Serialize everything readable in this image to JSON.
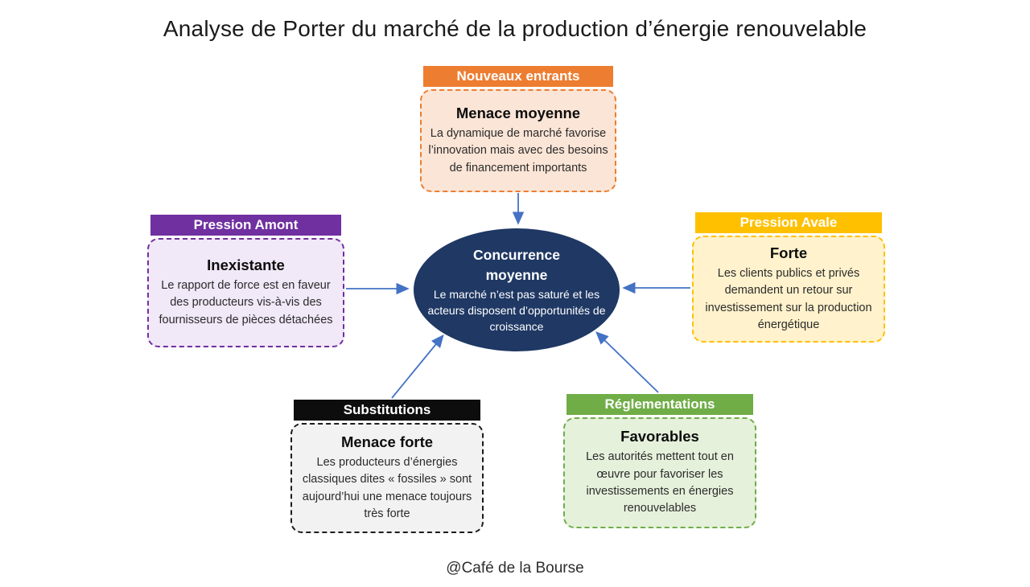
{
  "title": "Analyse de Porter du marché de la production d’énergie renouvelable",
  "footer": "@Café de la Bourse",
  "center": {
    "title": "Concurrence moyenne",
    "description": "Le marché n’est pas saturé et les acteurs disposent d’opportunités de croissance",
    "bg_color": "#1F3864",
    "text_color": "#FFFFFF"
  },
  "forces": [
    {
      "id": "nouveaux-entrants",
      "header": "Nouveaux entrants",
      "level": "Menace moyenne",
      "description": "La dynamique de marché favorise l’innovation mais avec des besoins de financement importants",
      "header_bg": "#ED7D31",
      "body_bg": "#FBE5D6",
      "border_color": "#ED7D31"
    },
    {
      "id": "pression-amont",
      "header": "Pression Amont",
      "level": "Inexistante",
      "description": "Le rapport de force est en faveur des producteurs vis-à-vis des fournisseurs de pièces détachées",
      "header_bg": "#7030A0",
      "body_bg": "#F1E8F8",
      "border_color": "#7030A0"
    },
    {
      "id": "pression-avale",
      "header": "Pression Avale",
      "level": "Forte",
      "description": "Les clients publics et privés demandent un retour sur investissement sur la production énergétique",
      "header_bg": "#FFC000",
      "body_bg": "#FFF2CC",
      "border_color": "#FFC000"
    },
    {
      "id": "substitutions",
      "header": "Substitutions",
      "level": "Menace forte",
      "description": "Les producteurs d’énergies classiques dites « fossiles » sont aujourd’hui une menace toujours très forte",
      "header_bg": "#0D0D0D",
      "body_bg": "#F2F2F2",
      "border_color": "#1C1C1C"
    },
    {
      "id": "reglementations",
      "header": "Réglementations",
      "level": "Favorables",
      "description": "Les autorités mettent tout en œuvre pour favoriser les investissements en énergies renouvelables",
      "header_bg": "#70AD47",
      "body_bg": "#E6F1DC",
      "border_color": "#70AD47"
    }
  ],
  "arrow_color": "#4472C4"
}
